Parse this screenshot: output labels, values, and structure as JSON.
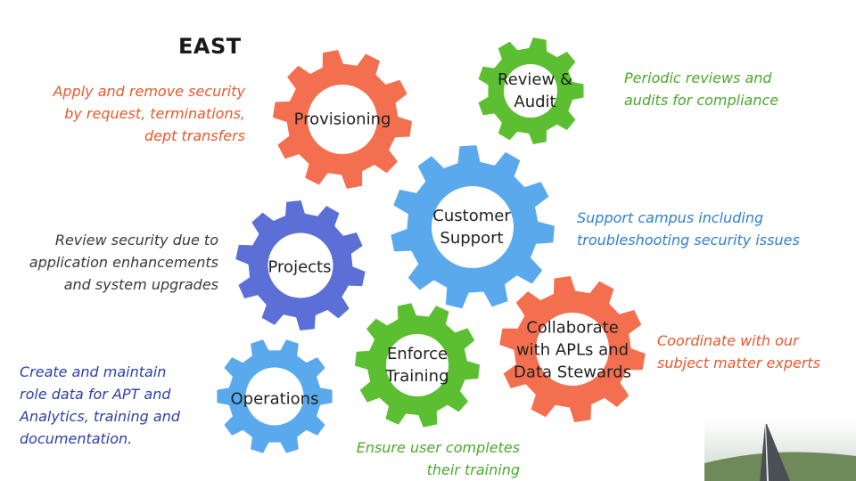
{
  "title": "EAST",
  "gears": [
    {
      "id": "provisioning",
      "label": "Provisioning",
      "color": "#f46f4f"
    },
    {
      "id": "review-audit",
      "label": "Review &\nAudit",
      "color": "#5cbf32"
    },
    {
      "id": "customer-support",
      "label": "Customer\nSupport",
      "color": "#5aa9ec"
    },
    {
      "id": "projects",
      "label": "Projects",
      "color": "#5b6fd6"
    },
    {
      "id": "operations",
      "label": "Operations",
      "color": "#5aa9ec"
    },
    {
      "id": "enforce-training",
      "label": "Enforce\nTraining",
      "color": "#5cbf32"
    },
    {
      "id": "collaborate",
      "label": "Collaborate\nwith APLs and\nData Stewards",
      "color": "#f46f4f"
    }
  ],
  "notes": {
    "provisioning": {
      "text": "Apply and remove security\nby request, terminations,\ndept transfers",
      "color": "#e8582c"
    },
    "projects": {
      "text": "Review security due to\napplication enhancements\nand system upgrades",
      "color": "#3a3a3a"
    },
    "operations": {
      "text": "Create and maintain\nrole data for APT and\nAnalytics, training and\ndocumentation.",
      "color": "#2d3fa8"
    },
    "review_audit": {
      "text": "Periodic reviews and\naudits for compliance",
      "color": "#4ba82c"
    },
    "customer_support": {
      "text": "Support campus including\ntroubleshooting security issues",
      "color": "#2f7fd1"
    },
    "enforce_training": {
      "text": "Ensure user completes\ntheir training",
      "color": "#4ba82c"
    },
    "collaborate": {
      "text": "Coordinate with our\nsubject matter experts",
      "color": "#e8582c"
    }
  }
}
